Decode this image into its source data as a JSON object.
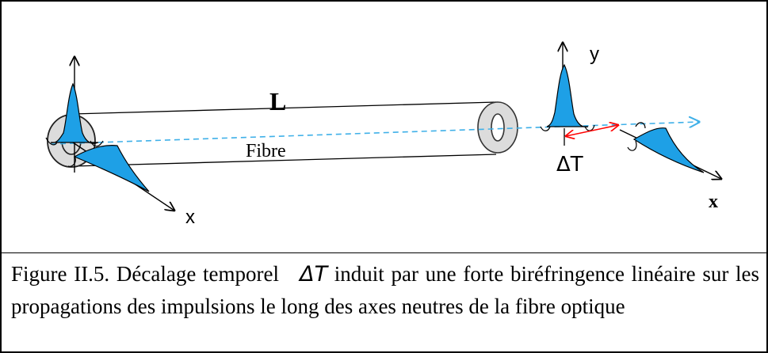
{
  "diagram": {
    "length_label": "L",
    "fiber_label": "Fibre",
    "axis_x_input": "x",
    "axis_y_output": "y",
    "axis_x_output": "x",
    "delta_t_label": "ΔT",
    "colors": {
      "pulse_fill": "#1ea0e6",
      "propagation_axis": "#3fb0e8",
      "delay_arrow": "#ff0000",
      "fiber_end": "#dcdcdc"
    }
  },
  "caption": {
    "prefix": "Figure II.5. Décalage temporel",
    "symbol": "ΔT",
    "suffix": "induit par une forte biréfringence linéaire sur les propagations des impulsions le long des axes neutres de la fibre optique"
  }
}
